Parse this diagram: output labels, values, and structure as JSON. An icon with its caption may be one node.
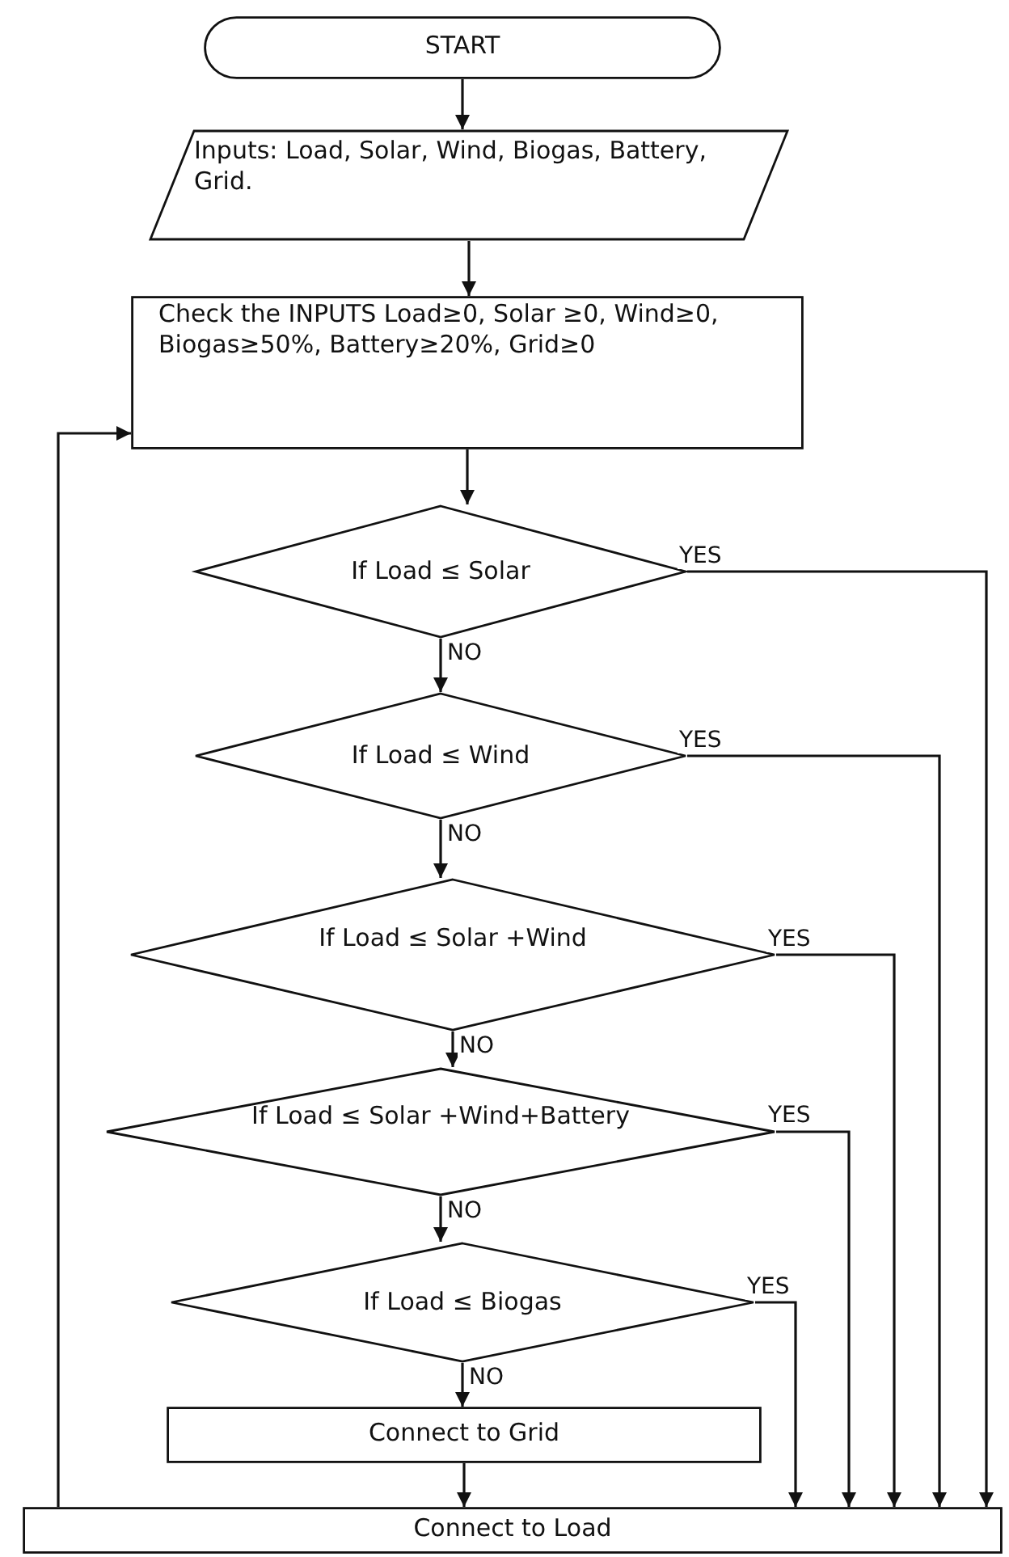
{
  "diagram": {
    "nodes": [
      {
        "text": [
          "START"
        ]
      },
      {
        "text": [
          "Inputs: Load, Solar, Wind, Biogas, Battery, Grid."
        ]
      },
      {
        "text": [
          "Check the INPUTS Load≥0, Solar ≥0, Wind≥0, Biogas≥50%, Battery≥20%, Grid≥0"
        ]
      },
      {
        "text": [
          "If Load ≤ Solar"
        ]
      },
      {
        "text": [
          "If Load ≤ Wind"
        ]
      },
      {
        "text": [
          "If Load ≤ Solar +Wind"
        ]
      },
      {
        "text": [
          "If Load ≤ Solar +Wind+Battery"
        ]
      },
      {
        "text": [
          "If Load ≤ Biogas"
        ]
      },
      {
        "text": [
          "Connect to Grid"
        ]
      },
      {
        "text": [
          "Connect to Load"
        ]
      }
    ],
    "edges": [
      {
        "from": 0,
        "to": 1,
        "arrow": "to"
      },
      {
        "from": 1,
        "to": 2,
        "arrow": "to"
      },
      {
        "from": 2,
        "to": 3,
        "arrow": "to"
      },
      {
        "from": 3,
        "to": 4,
        "arrow": "to",
        "label": "NO"
      },
      {
        "from": 4,
        "to": 5,
        "arrow": "to",
        "label": "NO"
      },
      {
        "from": 5,
        "to": 6,
        "arrow": "to",
        "label": "NO"
      },
      {
        "from": 6,
        "to": 7,
        "arrow": "to",
        "label": "NO"
      },
      {
        "from": 7,
        "to": 8,
        "arrow": "to",
        "label": "NO"
      },
      {
        "from": 8,
        "to": 9,
        "arrow": "to"
      },
      {
        "from": 3,
        "to": 9,
        "arrow": "to",
        "label": "YES"
      },
      {
        "from": 4,
        "to": 9,
        "arrow": "to",
        "label": "YES"
      },
      {
        "from": 5,
        "to": 9,
        "arrow": "to",
        "label": "YES"
      },
      {
        "from": 6,
        "to": 9,
        "arrow": "to",
        "label": "YES"
      },
      {
        "from": 7,
        "to": 9,
        "arrow": "to",
        "label": "YES"
      },
      {
        "from": 9,
        "to": 2,
        "arrow": "to"
      }
    ]
  }
}
